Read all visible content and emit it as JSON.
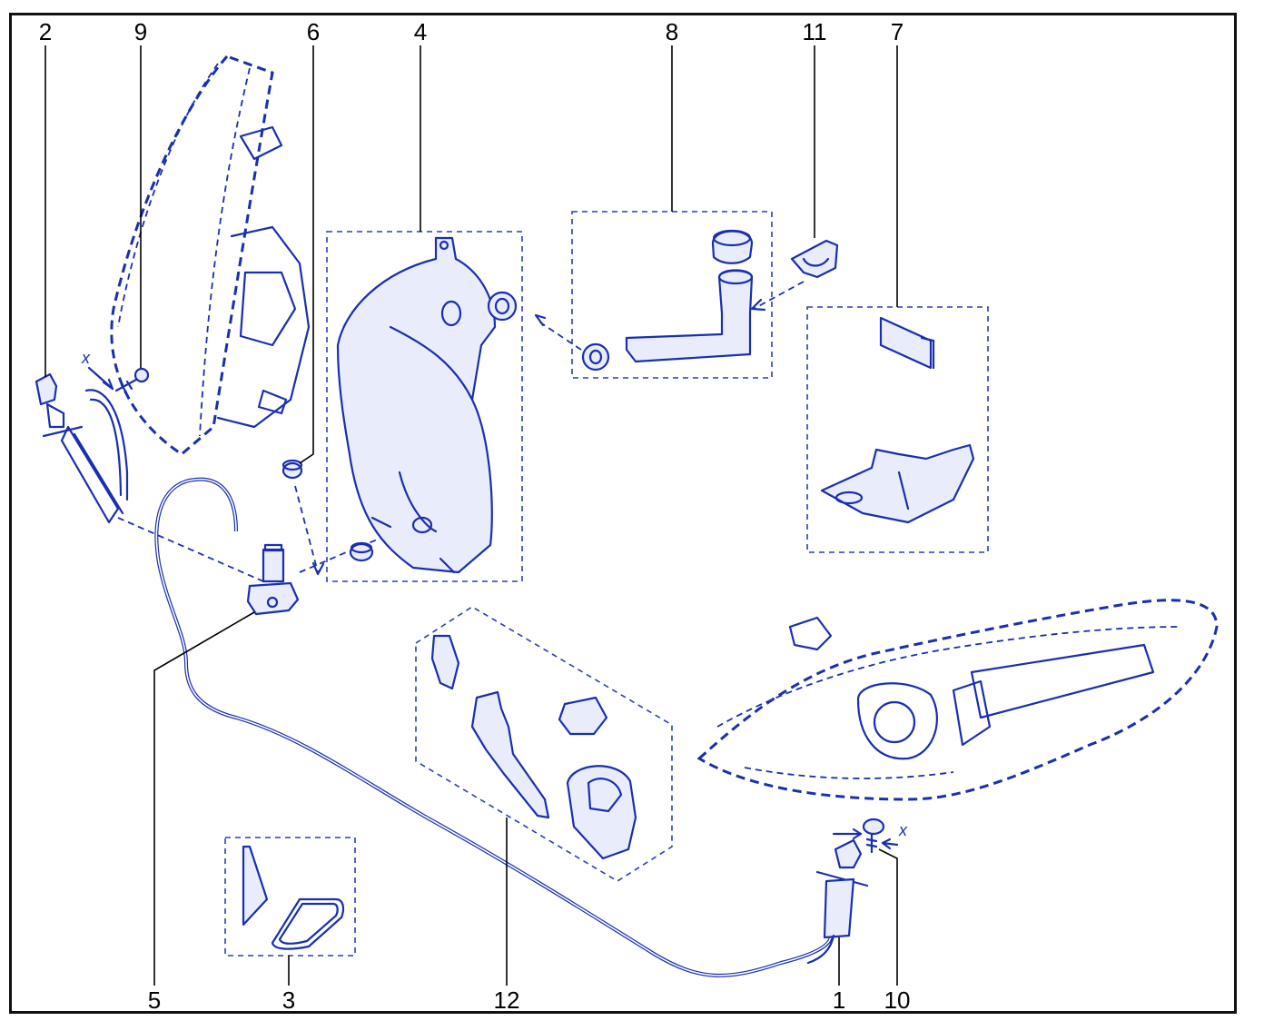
{
  "callouts": {
    "c1": "1",
    "c2": "2",
    "c3": "3",
    "c4": "4",
    "c5": "5",
    "c6": "6",
    "c7": "7",
    "c8": "8",
    "c9": "9",
    "c10": "10",
    "c11": "11",
    "c12": "12"
  },
  "marks": {
    "x_left": "x",
    "x_right": "x"
  },
  "colors": {
    "line": "#1a2fb0",
    "frame": "#111111",
    "text": "#000000"
  }
}
